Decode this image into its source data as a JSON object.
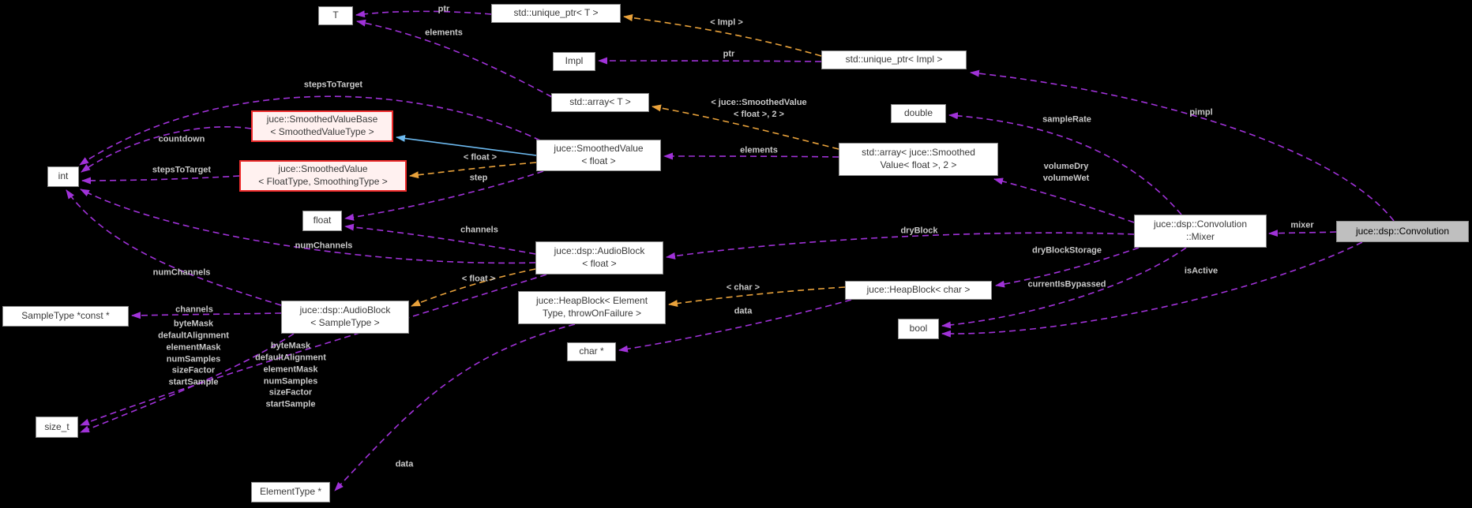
{
  "diagram": {
    "title": "juce::dsp::Convolution collaboration diagram",
    "colors": {
      "bg": "#000000",
      "node-bg": "#ffffff",
      "node-border": "#8a8a8a",
      "node-text": "#3a3a3a",
      "red-border": "#ee2b2b",
      "red-bg": "#fff1f0",
      "target-bg": "#bfbfbf",
      "target-text": "#000000",
      "edge-purple": "#a032d8",
      "edge-orange": "#e9a23b",
      "edge-blue": "#6cb9ef",
      "label": "#c9c9c9"
    },
    "nodes": [
      {
        "label": "T"
      },
      {
        "label": "std::unique_ptr< T >"
      },
      {
        "label": "Impl"
      },
      {
        "label": "std::unique_ptr< Impl >"
      },
      {
        "label": "std::array< T >"
      },
      {
        "label": "double"
      },
      {
        "label": "juce::SmoothedValueBase\n< SmoothedValueType >"
      },
      {
        "label": "juce::SmoothedValue\n< float >"
      },
      {
        "label": "std::array< juce::Smoothed\nValue< float >, 2 >"
      },
      {
        "label": "juce::SmoothedValue\n< FloatType, SmoothingType >"
      },
      {
        "label": "int"
      },
      {
        "label": "float"
      },
      {
        "label": "juce::dsp::Convolution\n::Mixer"
      },
      {
        "label": "juce::dsp::Convolution"
      },
      {
        "label": "juce::dsp::AudioBlock\n< float >"
      },
      {
        "label": "juce::HeapBlock< char >"
      },
      {
        "label": "juce::HeapBlock< Element\nType, throwOnFailure >"
      },
      {
        "label": "bool"
      },
      {
        "label": "char *"
      },
      {
        "label": "SampleType *const *"
      },
      {
        "label": "juce::dsp::AudioBlock\n< SampleType >"
      },
      {
        "label": "size_t"
      },
      {
        "label": "ElementType *"
      }
    ],
    "edge_labels": [
      {
        "text": "ptr"
      },
      {
        "text": "elements"
      },
      {
        "text": "< Impl >"
      },
      {
        "text": "ptr"
      },
      {
        "text": "stepsToTarget"
      },
      {
        "text": "countdown"
      },
      {
        "text": "stepsToTarget"
      },
      {
        "text": "< float >"
      },
      {
        "text": "step"
      },
      {
        "text": "elements"
      },
      {
        "text": "< juce::SmoothedValue\n< float >, 2 >"
      },
      {
        "text": "sampleRate"
      },
      {
        "text": "pimpl"
      },
      {
        "text": "volumeDry\nvolumeWet"
      },
      {
        "text": "mixer"
      },
      {
        "text": "dryBlock"
      },
      {
        "text": "dryBlockStorage"
      },
      {
        "text": "currentIsBypassed"
      },
      {
        "text": "isActive"
      },
      {
        "text": "< char >"
      },
      {
        "text": "data"
      },
      {
        "text": "channels"
      },
      {
        "text": "numChannels"
      },
      {
        "text": "byteMask\ndefaultAlignment\nelementMask\nnumSamples\nsizeFactor\nstartSample"
      },
      {
        "text": "< float >"
      },
      {
        "text": "channels"
      },
      {
        "text": "numChannels"
      },
      {
        "text": "byteMask\ndefaultAlignment\nelementMask\nnumSamples\nsizeFactor\nstartSample"
      },
      {
        "text": "data"
      }
    ]
  }
}
